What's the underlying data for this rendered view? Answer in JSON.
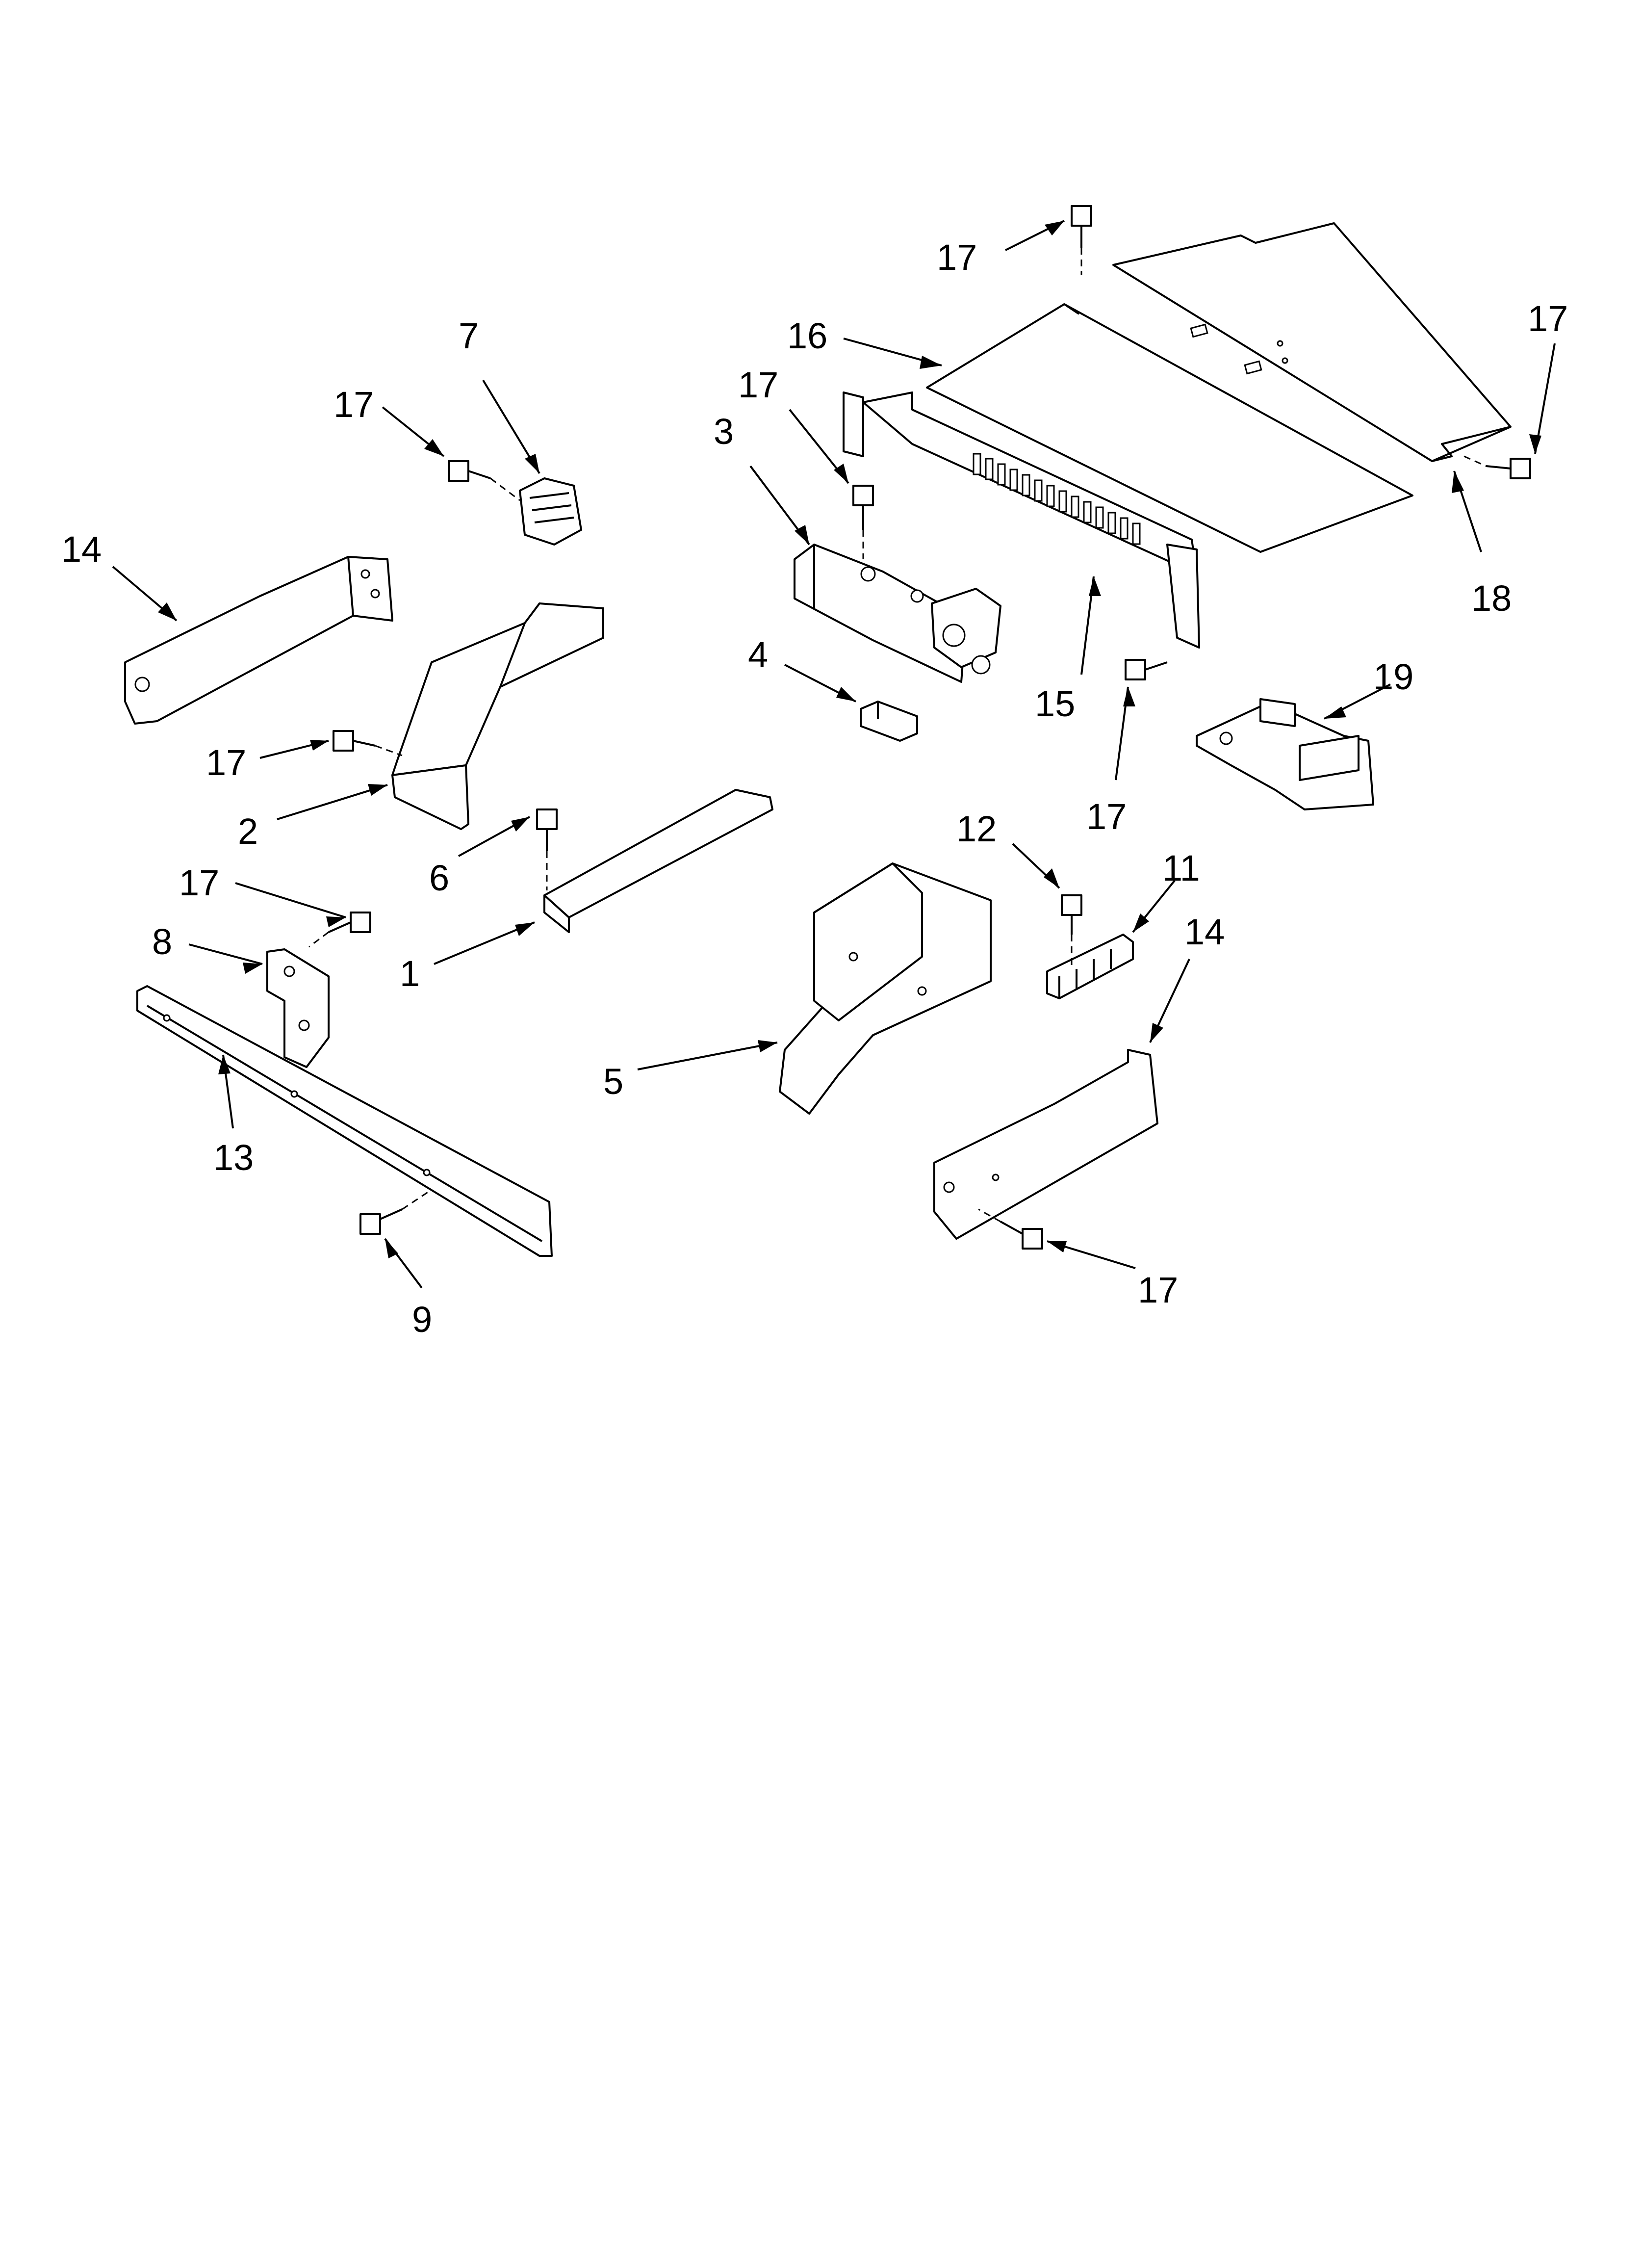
{
  "diagram": {
    "callouts": [
      {
        "id": "c17-top",
        "text": "17"
      },
      {
        "id": "c16",
        "text": "16"
      },
      {
        "id": "c17-right",
        "text": "17"
      },
      {
        "id": "c17-mid",
        "text": "17"
      },
      {
        "id": "c7",
        "text": "7"
      },
      {
        "id": "c17-left-top",
        "text": "17"
      },
      {
        "id": "c3",
        "text": "3"
      },
      {
        "id": "c14-left",
        "text": "14"
      },
      {
        "id": "c18",
        "text": "18"
      },
      {
        "id": "c4",
        "text": "4"
      },
      {
        "id": "c15",
        "text": "15"
      },
      {
        "id": "c19",
        "text": "19"
      },
      {
        "id": "c17-left-mid",
        "text": "17"
      },
      {
        "id": "c2",
        "text": "2"
      },
      {
        "id": "c17-right-low",
        "text": "17"
      },
      {
        "id": "c12",
        "text": "12"
      },
      {
        "id": "c6",
        "text": "6"
      },
      {
        "id": "c17-bracket",
        "text": "17"
      },
      {
        "id": "c11",
        "text": "11"
      },
      {
        "id": "c14-right",
        "text": "14"
      },
      {
        "id": "c8",
        "text": "8"
      },
      {
        "id": "c1",
        "text": "1"
      },
      {
        "id": "c5",
        "text": "5"
      },
      {
        "id": "c13",
        "text": "13"
      },
      {
        "id": "c17-bottom",
        "text": "17"
      },
      {
        "id": "c9",
        "text": "9"
      }
    ]
  }
}
